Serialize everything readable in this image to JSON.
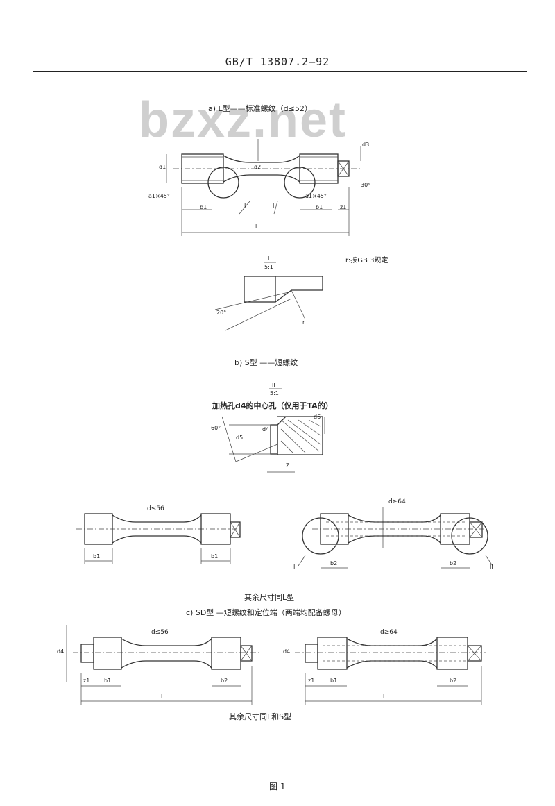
{
  "header": {
    "standard": "GB/T 13807.2—92"
  },
  "watermark": "bzxz.net",
  "section_a": {
    "caption": "a) L型——标准螺纹（d≤52）",
    "note": "r:按GB 3规定",
    "detail_roman": "I",
    "detail_scale": "5:1",
    "angle_label": "20°",
    "labels": {
      "d1": "d1",
      "d2": "d2",
      "d3": "d3",
      "b1": "b1",
      "z1": "z1",
      "l": "l",
      "chamfer_left": "a1×45°",
      "chamfer_right": "a1×45°",
      "callout1": "I",
      "callout2": "I",
      "r": "r",
      "dim30": "30°"
    }
  },
  "section_b": {
    "caption": "b) S型 ——短螺纹",
    "detail_roman": "II",
    "detail_scale": "5:1",
    "detail_title": "加热孔d4的中心孔（仅用于TA的）",
    "angle_label": "60°",
    "labels": {
      "d5": "d5",
      "d4": "d4",
      "d6": "d6",
      "z": "Z"
    },
    "left_title": "d≤56",
    "right_title": "d≥64",
    "labels_b1": "b1",
    "labels_b2": "b2",
    "callout_left": "II",
    "callout_right": "II"
  },
  "section_c": {
    "pre_note": "其余尺寸同L型",
    "caption": "c) SD型 —短螺纹和定位端（两端均配备螺母）",
    "left_title": "d≤56",
    "right_title": "d≥64",
    "labels": {
      "d": "d4",
      "z": "z1",
      "b1": "b1",
      "b2": "b2",
      "l": "l"
    },
    "note": "其余尺寸同L和S型"
  },
  "figure_label": "图 1"
}
